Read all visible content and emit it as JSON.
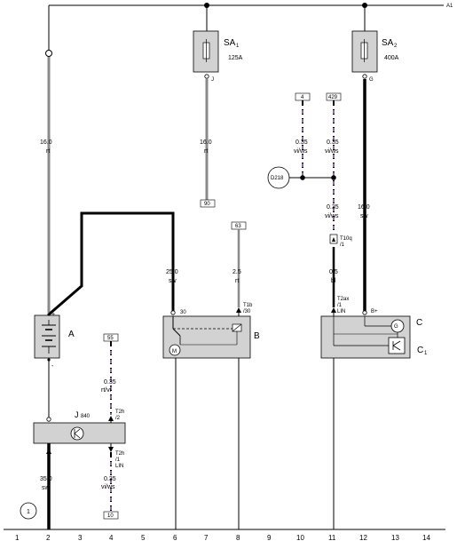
{
  "rails": {
    "top": "A1"
  },
  "fuses": [
    {
      "name": "SA",
      "sub": "1",
      "rating": "125A",
      "pin": "J"
    },
    {
      "name": "SA",
      "sub": "2",
      "rating": "400A",
      "pin": "G"
    }
  ],
  "wires": {
    "w2_top": {
      "size": "16.0",
      "color": "rt"
    },
    "w7": {
      "size": "16.0",
      "color": "rt"
    },
    "w12": {
      "size": "16.0",
      "color": "sw"
    },
    "w6": {
      "size": "25.0",
      "color": "sw"
    },
    "w8": {
      "size": "2.5",
      "color": "rt"
    },
    "w10": {
      "size": "0.35",
      "color": "vi/ws"
    },
    "w11_top": {
      "size": "0.35",
      "color": "vi/ws"
    },
    "w11_mid": {
      "size": "0.35",
      "color": "vi/ws"
    },
    "w11_low": {
      "size": "0.5",
      "color": "bl"
    },
    "w4_top": {
      "size": "0.35",
      "color": "rt/vi"
    },
    "w4_bot": {
      "size": "0.35",
      "color": "vi/ws"
    },
    "w2_bot": {
      "size": "35.0",
      "color": "sw"
    }
  },
  "refs": {
    "r4": "4",
    "r429": "429",
    "r90": "90",
    "r63": "63",
    "r55": "55",
    "r10": "10"
  },
  "nodes": {
    "d218": "D218"
  },
  "connectors": {
    "t10q": {
      "name": "T10q",
      "pin": "/1"
    },
    "t2ax": {
      "name": "T2ax",
      "pin": "/1",
      "type": "LIN"
    },
    "t1b": {
      "name": "T1b",
      "pin": "/30"
    },
    "t2h_top": {
      "name": "T2h",
      "pin": "/2"
    },
    "t2h_bot": {
      "name": "T2h",
      "pin": "/1",
      "type": "LIN"
    }
  },
  "components": {
    "battery": {
      "label": "A",
      "plus": "+",
      "minus": "-"
    },
    "starter": {
      "label": "B",
      "terminal": "30"
    },
    "generator": {
      "label": "C",
      "sub": "C",
      "sub_index": "1",
      "terminal": "B+"
    },
    "j840": {
      "label": "J",
      "index": "840"
    }
  },
  "ground": {
    "number": "1"
  },
  "columns": [
    "1",
    "2",
    "3",
    "4",
    "5",
    "6",
    "7",
    "8",
    "9",
    "10",
    "11",
    "12",
    "13",
    "14"
  ]
}
